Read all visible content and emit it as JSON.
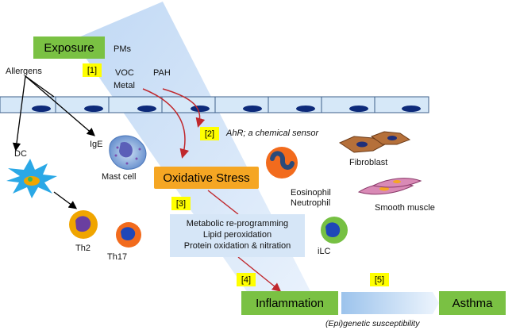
{
  "exposure": {
    "label": "Exposure"
  },
  "pollutants": {
    "pms": "PMs",
    "voc": "VOC",
    "metal": "Metal",
    "pah": "PAH"
  },
  "allergens": {
    "label": "Allergens"
  },
  "tags": {
    "t1": "[1]",
    "t2": "[2]",
    "t3": "[3]",
    "t4": "[4]",
    "t5": "[5]"
  },
  "ahr": "AhR; a chemical sensor",
  "cells": {
    "dc": "DC",
    "ige": "IgE",
    "mast_cell": "Mast cell",
    "th2": "Th2",
    "th17": "Th17",
    "fibroblast": "Fibroblast",
    "eosinophil": "Eosinophil",
    "neutrophil": "Neutrophil",
    "smooth_muscle": "Smooth muscle",
    "ilc": "iLC"
  },
  "oxidative_stress": "Oxidative Stress",
  "processes": {
    "line1": "Metabolic re-programming",
    "line2": "Lipid peroxidation",
    "line3": "Protein oxidation & nitration"
  },
  "inflammation": "Inflammation",
  "asthma": "Asthma",
  "susceptibility": "(Epi)genetic susceptibility",
  "colors": {
    "green": "#7ac143",
    "orange": "#f5a623",
    "yellow": "#ffff00",
    "arrow_red": "#c0282d",
    "cone_blue": "#cfe1f7",
    "epithelium": "#d6e8f8",
    "nucleus": "#0d2a7a"
  }
}
